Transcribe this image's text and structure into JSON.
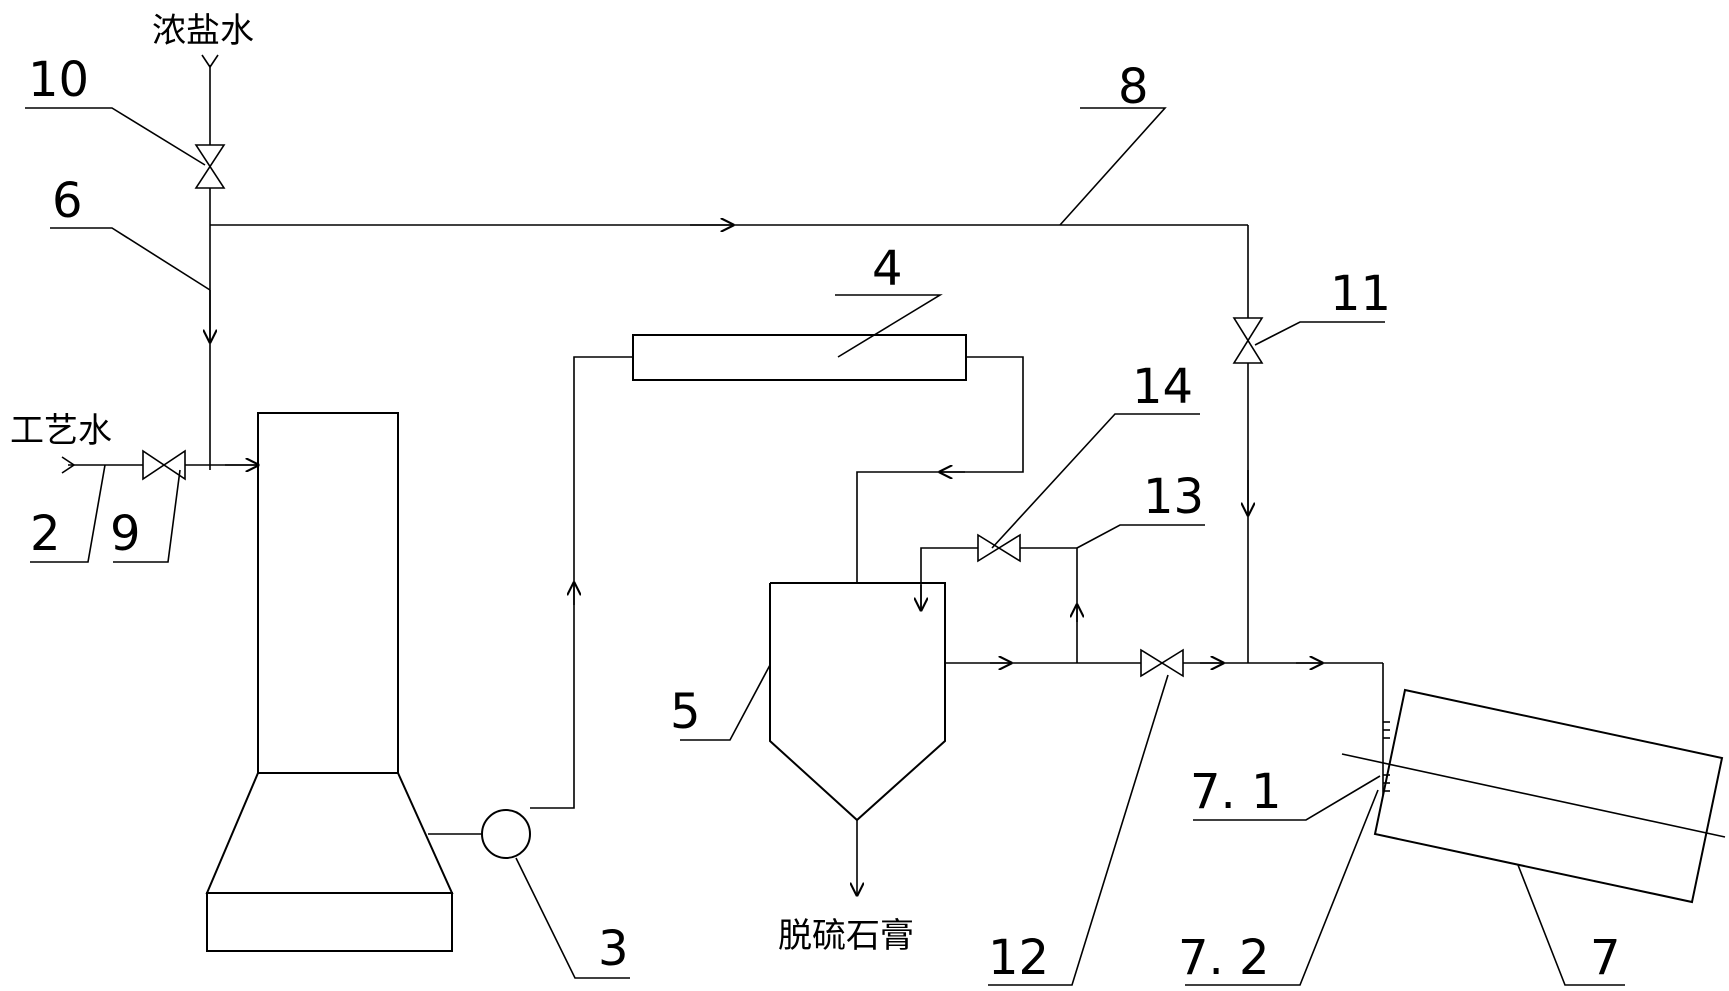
{
  "inputs": {
    "brine": "浓盐水",
    "process_water": "工艺水"
  },
  "outputs": {
    "gypsum": "脱硫石膏"
  },
  "labels": {
    "n2": "2",
    "n3": "3",
    "n4": "4",
    "n5": "5",
    "n6": "6",
    "n7": "7",
    "n7_1": "7. 1",
    "n7_2": "7. 2",
    "n8": "8",
    "n9": "9",
    "n10": "10",
    "n11": "11",
    "n12": "12",
    "n13": "13",
    "n14": "14"
  }
}
